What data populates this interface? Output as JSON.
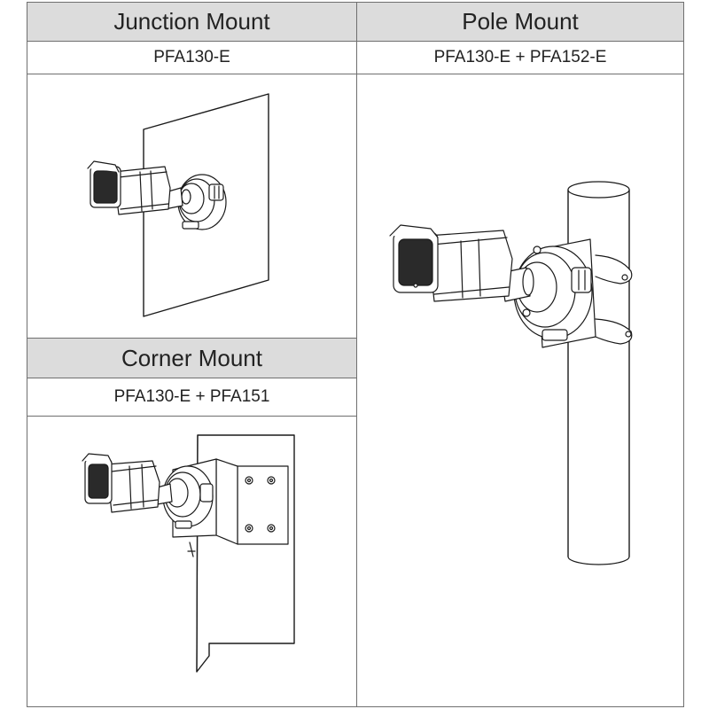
{
  "junction": {
    "title": "Junction Mount",
    "part": "PFA130-E"
  },
  "pole": {
    "title": "Pole Mount",
    "part": "PFA130-E + PFA152-E"
  },
  "corner": {
    "title": "Corner Mount",
    "part": "PFA130-E + PFA151"
  }
}
